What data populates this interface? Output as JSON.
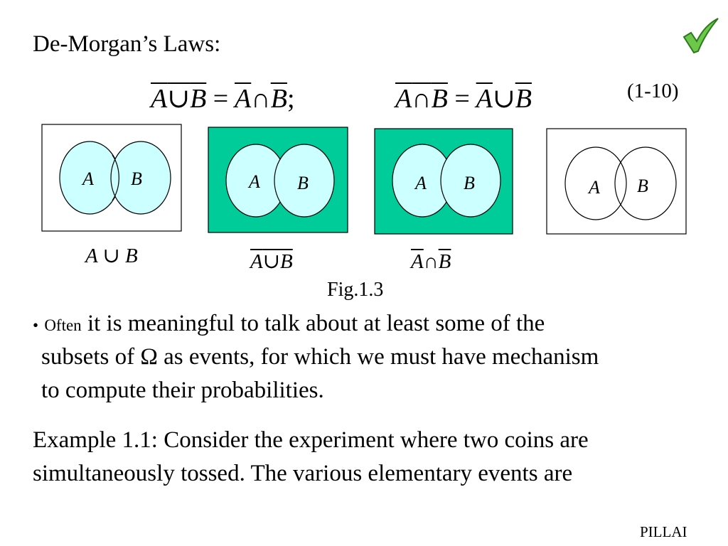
{
  "slide": {
    "title": "De-Morgan’s Laws:",
    "check_icon": "check-mark-icon",
    "equation_number": "(1-10)",
    "formula_left": {
      "a": "A",
      "union": "∪",
      "b": "B",
      "eq": "=",
      "a2": "A",
      "inter": "∩",
      "b2": "B",
      "sep": ";"
    },
    "formula_right": {
      "a": "A",
      "inter": "∩",
      "b": "B",
      "eq": "=",
      "a2": "A",
      "union": "∪",
      "b2": "B"
    },
    "venn_labels": {
      "a": "A",
      "b": "B"
    },
    "captions": [
      {
        "a": "A",
        "op": "∪",
        "b": "B"
      },
      {
        "a": "A",
        "op": "∪",
        "b": "B"
      },
      {
        "a": "A",
        "op": "∩",
        "b": "B"
      }
    ],
    "figure_label": "Fig.1.3",
    "bullet": {
      "marker": "•",
      "lead": "Often",
      "line1": "it is meaningful to talk about at least some of the",
      "line2": "subsets of Ω as events, for which we must have mechanism",
      "line3": "to compute their probabilities."
    },
    "example": {
      "line1": "Example 1.1: Consider the experiment where two coins are",
      "line2": "simultaneously tossed. The various elementary events are"
    },
    "footer": "PILLAI",
    "colors": {
      "fill_green": "#00CC99",
      "fill_cyan": "#CCFFFF"
    }
  }
}
